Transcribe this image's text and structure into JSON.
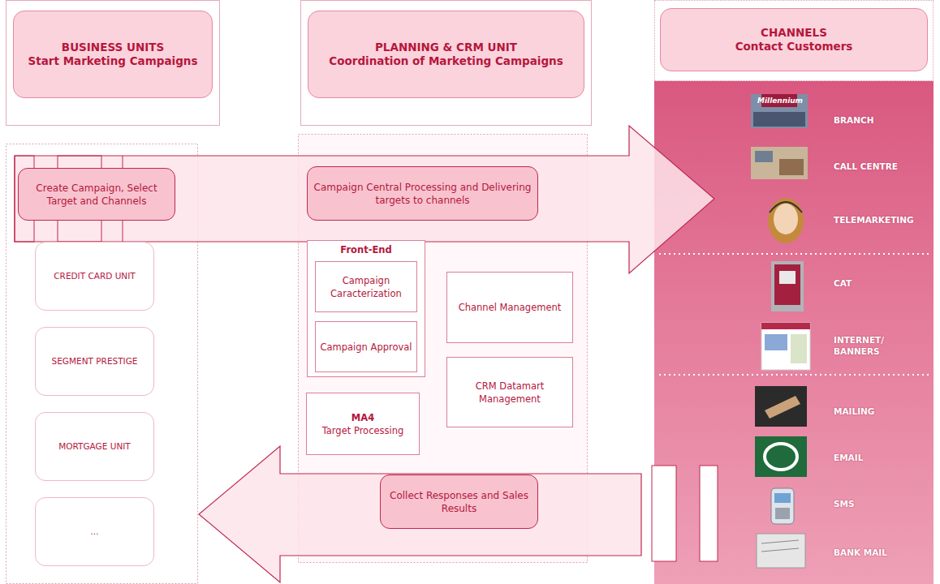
{
  "diagram": {
    "nodes": [
      {
        "text": [
          "BUSINESS UNITS",
          "Start Marketing Campaigns"
        ]
      },
      {
        "text": [
          "PLANNING & CRM UNIT",
          "Coordination of Marketing Campaigns"
        ]
      },
      {
        "text": [
          "CHANNELS",
          "Contact Customers"
        ]
      },
      {
        "text": [
          "Create Campaign, Select Target and Channels"
        ]
      },
      {
        "text": [
          "CREDIT CARD UNIT"
        ]
      },
      {
        "text": [
          "SEGMENT PRESTIGE"
        ]
      },
      {
        "text": [
          "MORTGAGE UNIT"
        ]
      },
      {
        "text": [
          "..."
        ]
      },
      {
        "text": [
          "Campaign Central Processing and Delivering targets to channels"
        ]
      },
      {
        "text": [
          "Front-End"
        ]
      },
      {
        "text": [
          "Campaign Caracterization"
        ],
        "in": 9
      },
      {
        "text": [
          "Campaign Approval"
        ],
        "in": 9
      },
      {
        "text": [
          "Channel Management"
        ]
      },
      {
        "text": [
          "CRM Datamart Management"
        ]
      },
      {
        "text": [
          "MA4",
          "Target Processing"
        ]
      },
      {
        "text": [
          "Collect Responses and Sales Results"
        ]
      }
    ],
    "labels": [
      "Millennium",
      "BRANCH",
      "CALL CENTRE",
      "TELEMARKETING",
      "CAT",
      "INTERNET/ BANNERS",
      "MAILING",
      "EMAIL",
      "SMS",
      "BANK MAIL"
    ]
  }
}
